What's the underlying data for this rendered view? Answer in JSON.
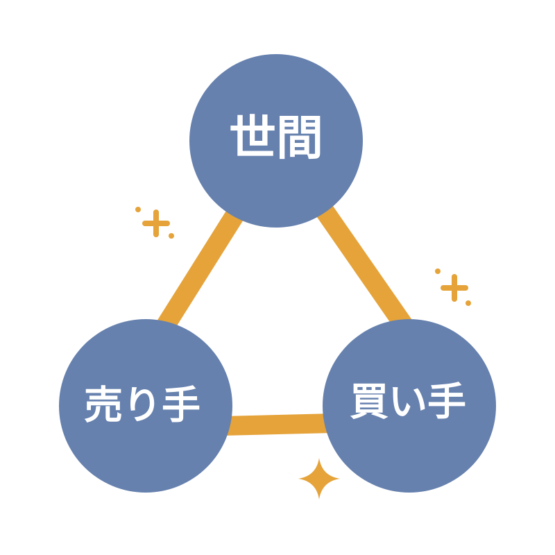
{
  "nodes": {
    "top": {
      "label": "世間"
    },
    "left": {
      "label": "売り手"
    },
    "right": {
      "label": "買い手"
    }
  },
  "colors": {
    "circle": "#6681ae",
    "connector": "#e5a33a",
    "text": "#ffffff"
  }
}
